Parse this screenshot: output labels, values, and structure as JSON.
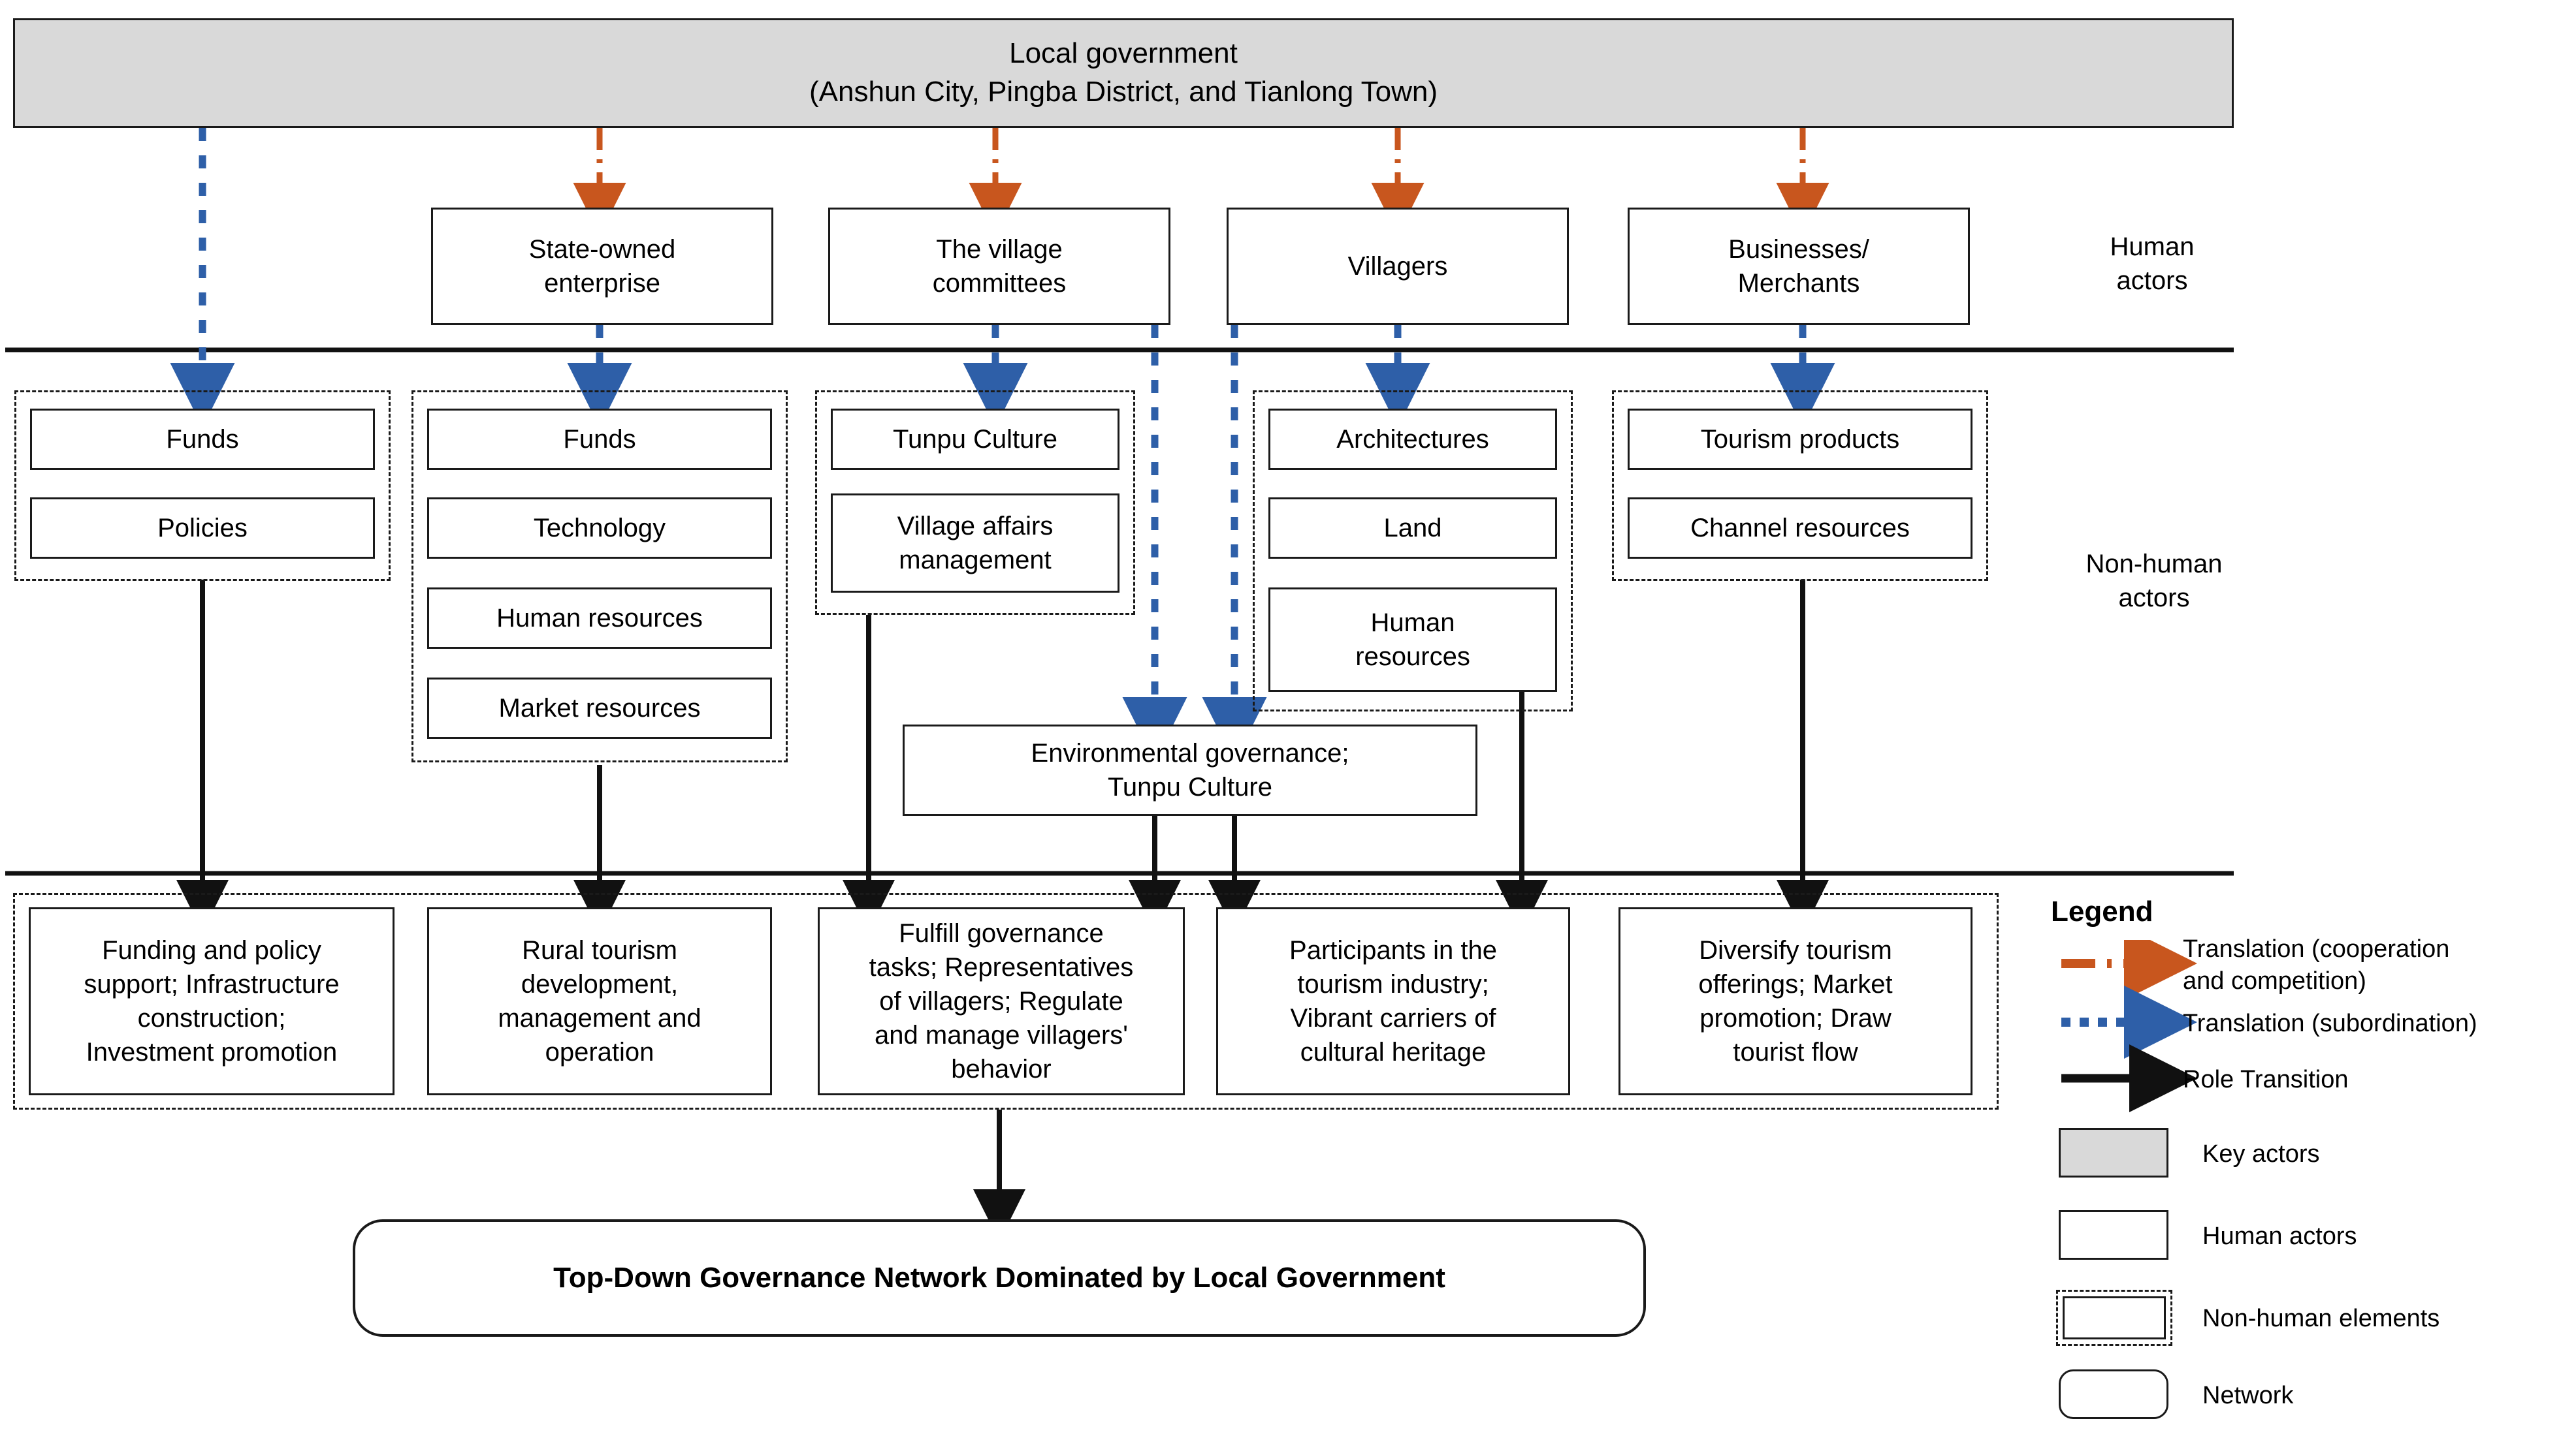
{
  "diagram": {
    "title_box": {
      "line1": "Local government",
      "line2": "(Anshun City, Pingba District, and Tianlong Town)"
    },
    "side_labels": {
      "human": "Human\nactors",
      "nonhuman": "Non-human\nactors"
    },
    "human_actors": [
      {
        "label": "State-owned\nenterprise"
      },
      {
        "label": "The village\ncommittees"
      },
      {
        "label": "Villagers"
      },
      {
        "label": "Businesses/\nMerchants"
      }
    ],
    "nonhuman_groups": [
      {
        "owner": "local-government",
        "items": [
          "Funds",
          "Policies"
        ]
      },
      {
        "owner": "state-owned-enterprise",
        "items": [
          "Funds",
          "Technology",
          "Human resources",
          "Market resources"
        ]
      },
      {
        "owner": "village-committees",
        "items": [
          "Tunpu Culture",
          "Village affairs\nmanagement"
        ]
      },
      {
        "owner": "villagers",
        "items": [
          "Architectures",
          "Land",
          "Human\nresources"
        ]
      },
      {
        "owner": "businesses-merchants",
        "items": [
          "Tourism products",
          "Channel resources"
        ]
      }
    ],
    "shared_resource_box": "Environmental governance;\nTunpu Culture",
    "role_outcomes": [
      "Funding and policy\nsupport; Infrastructure\nconstruction;\nInvestment promotion",
      "Rural tourism\ndevelopment,\nmanagement and\noperation",
      "Fulfill governance\ntasks; Representatives\nof villagers; Regulate\nand manage villagers'\nbehavior",
      "Participants in the\ntourism industry;\nVibrant carriers of\ncultural heritage",
      "Diversify tourism\nofferings; Market\npromotion; Draw\ntourist flow"
    ],
    "network_box": "Top-Down Governance Network Dominated by Local Government"
  },
  "legend": {
    "title": "Legend",
    "entries": [
      {
        "symbol": "dash-dot-arrow-orange",
        "label": "Translation  (cooperation\nand competition)"
      },
      {
        "symbol": "dotted-arrow-blue",
        "label": "Translation  (subordination)"
      },
      {
        "symbol": "solid-arrow-black",
        "label": "Role Transition"
      },
      {
        "symbol": "filled-gray-rect",
        "label": "Key actors"
      },
      {
        "symbol": "white-rect",
        "label": "Human actors"
      },
      {
        "symbol": "dashed-rect",
        "label": "Non-human elements"
      },
      {
        "symbol": "rounded-rect",
        "label": "Network"
      }
    ]
  },
  "colors": {
    "orange": "#C8561E",
    "blue": "#2E5FA8",
    "black": "#1a1a1a",
    "gray_fill": "#d9d9d9"
  }
}
